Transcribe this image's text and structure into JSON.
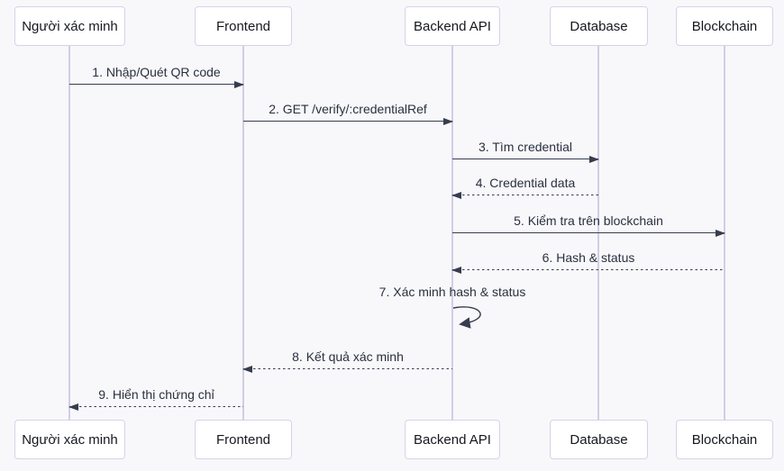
{
  "diagram": {
    "type": "sequence-diagram",
    "actors": [
      {
        "label": "Người xác minh"
      },
      {
        "label": "Frontend"
      },
      {
        "label": "Backend API"
      },
      {
        "label": "Database"
      },
      {
        "label": "Blockchain"
      }
    ],
    "messages": [
      {
        "label": "1. Nhập/Quét QR code",
        "from": "Người xác minh",
        "to": "Frontend",
        "line": "solid",
        "direction": "right"
      },
      {
        "label": "2. GET /verify/:credentialRef",
        "from": "Frontend",
        "to": "Backend API",
        "line": "solid",
        "direction": "right"
      },
      {
        "label": "3. Tìm credential",
        "from": "Backend API",
        "to": "Database",
        "line": "solid",
        "direction": "right"
      },
      {
        "label": "4. Credential data",
        "from": "Database",
        "to": "Backend API",
        "line": "dashed",
        "direction": "left"
      },
      {
        "label": "5. Kiểm tra trên blockchain",
        "from": "Backend API",
        "to": "Blockchain",
        "line": "solid",
        "direction": "right"
      },
      {
        "label": "6. Hash & status",
        "from": "Blockchain",
        "to": "Backend API",
        "line": "dashed",
        "direction": "left"
      },
      {
        "label": "7. Xác minh hash & status",
        "from": "Backend API",
        "to": "Backend API",
        "line": "solid",
        "direction": "self"
      },
      {
        "label": "8. Kết quả xác minh",
        "from": "Backend API",
        "to": "Frontend",
        "line": "dashed",
        "direction": "left"
      },
      {
        "label": "9. Hiển thị chứng chỉ",
        "from": "Frontend",
        "to": "Người xác minh",
        "line": "dashed",
        "direction": "left"
      }
    ],
    "colors": {
      "arrow_color": "#373d4f",
      "text_color": "#2a3040",
      "actor_text_color": "#15181e",
      "actor_fill": "#ffffff",
      "actor_border": "#d7d2e8",
      "lifeline_color": "#d1cde6",
      "background": "#f8f8fa"
    }
  }
}
